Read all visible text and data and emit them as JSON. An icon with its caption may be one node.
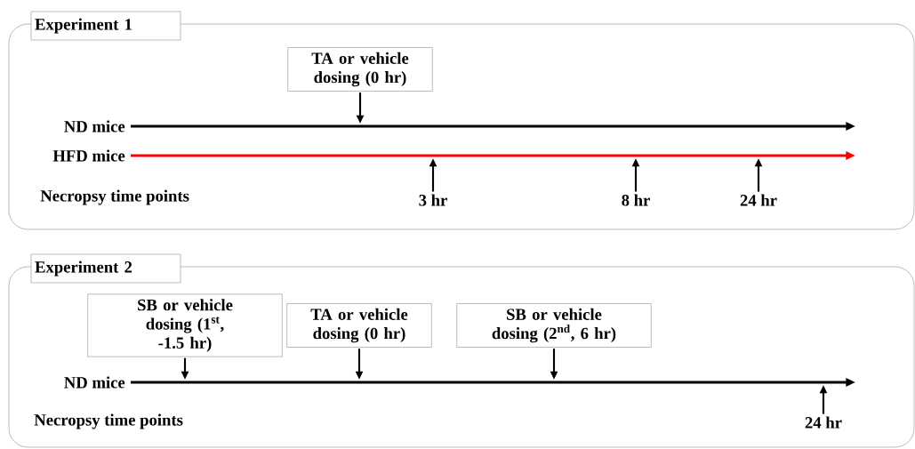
{
  "diagram": {
    "nodes": [
      {
        "text": [
          "Experiment 1"
        ]
      },
      {
        "text": [
          "TA or vehicle dosing (0 hr)"
        ],
        "in": 0
      },
      {
        "text": [],
        "shape": "bar",
        "beside": [
          "ND mice"
        ],
        "in": 0
      },
      {
        "text": [],
        "shape": "bar",
        "beside": [
          "HFD mice"
        ],
        "in": 0
      },
      {
        "text": [
          "3 hr"
        ],
        "in": 0
      },
      {
        "text": [
          "8 hr"
        ],
        "in": 0
      },
      {
        "text": [
          "24 hr"
        ],
        "in": 0
      },
      {
        "text": [
          "Experiment 2"
        ]
      },
      {
        "text": [
          "SB or vehicle dosing (1$^{st}$, -1.5 hr)"
        ],
        "in": 7
      },
      {
        "text": [
          "TA or vehicle dosing (0 hr)"
        ],
        "in": 7
      },
      {
        "text": [
          "SB or vehicle dosing (2$^{nd}$, 6 hr)"
        ],
        "in": 7
      },
      {
        "text": [],
        "shape": "bar",
        "beside": [
          "ND mice"
        ],
        "in": 7
      },
      {
        "text": [
          "24 hr"
        ],
        "in": 7
      }
    ],
    "edges": [
      {
        "from": 1,
        "to": 2,
        "arrow": "to"
      },
      {
        "from": 4,
        "to": 3,
        "arrow": "to"
      },
      {
        "from": 5,
        "to": 3,
        "arrow": "to"
      },
      {
        "from": 6,
        "to": 3,
        "arrow": "to"
      },
      {
        "from": 8,
        "to": 11,
        "arrow": "to"
      },
      {
        "from": 9,
        "to": 11,
        "arrow": "to"
      },
      {
        "from": 10,
        "to": 11,
        "arrow": "to"
      },
      {
        "from": 12,
        "to": 11,
        "arrow": "to"
      }
    ],
    "labels": [
      "Necropsy time points",
      "Necropsy time points"
    ]
  }
}
